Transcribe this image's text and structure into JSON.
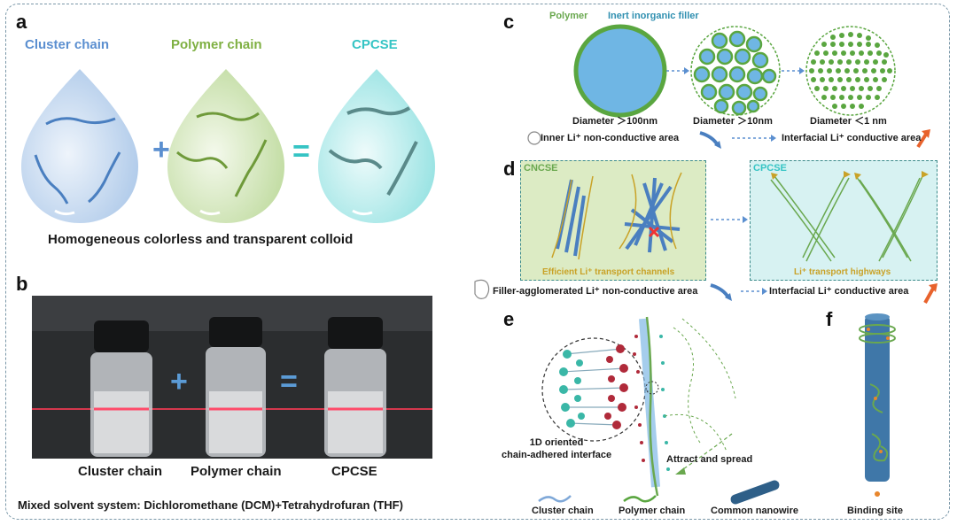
{
  "panels": {
    "a": "a",
    "b": "b",
    "c": "c",
    "d": "d",
    "e": "e",
    "f": "f"
  },
  "panel_a": {
    "cluster_chain": "Cluster chain",
    "polymer_chain": "Polymer chain",
    "cpcse": "CPCSE",
    "plus": "+",
    "equals": "=",
    "caption": "Homogeneous colorless and transparent colloid",
    "colors": {
      "cluster": "#5b8fd0",
      "polymer": "#7fb043",
      "cpcse": "#35c4c4"
    }
  },
  "panel_b": {
    "labels": [
      "Cluster chain",
      "Polymer chain",
      "CPCSE"
    ],
    "plus": "+",
    "equals": "=",
    "solvent": "Mixed solvent system: Dichloromethane (DCM)+Tetrahydrofuran (THF)"
  },
  "panel_c": {
    "polymer": "Polymer",
    "filler": "Inert inorganic filler",
    "d1": "Diameter ＞100nm",
    "d2": "Diameter ＞10nm",
    "d3": "Diameter ＜1 nm",
    "inner": "Inner Li⁺ non-conductive area",
    "interfacial": "Interfacial Li⁺ conductive area"
  },
  "panel_d": {
    "cncse": "CNCSE",
    "cpcse": "CPCSE",
    "efficient": "Efficient Li⁺ transport channels",
    "highways": "Li⁺ transport highways",
    "agglomerated": "Filler-agglomerated Li⁺ non-conductive area",
    "interfacial": "Interfacial Li⁺ conductive area"
  },
  "panel_e": {
    "interface": "1D oriented\nchain-adhered interface",
    "attract": "Attract and spread",
    "legend_cluster": "Cluster chain",
    "legend_polymer": "Polymer chain",
    "legend_nanowire": "Common nanowire"
  },
  "panel_f": {
    "binding": "Binding site"
  }
}
